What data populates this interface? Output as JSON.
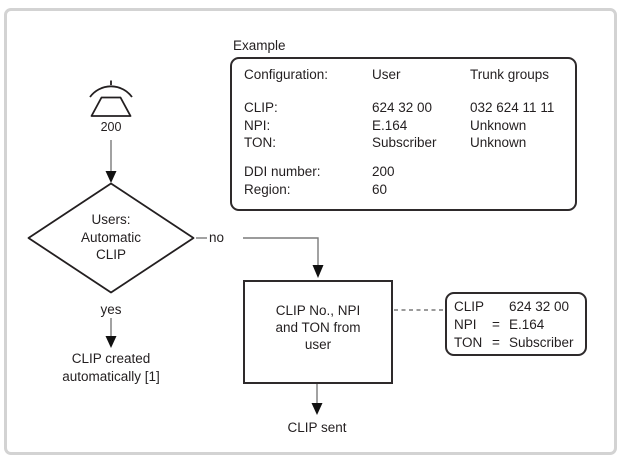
{
  "colors": {
    "ink": "#231f20",
    "border": "#2e2a2b",
    "line": "#7a7a7a",
    "frame": "#d3d3d3",
    "bg": "#ffffff"
  },
  "diagram": {
    "phone": {
      "label": "200"
    },
    "decision": {
      "line1": "Users:",
      "line2": "Automatic",
      "line3": "CLIP"
    },
    "no_label": "no",
    "yes_label": "yes",
    "auto_result": {
      "line1": "CLIP created",
      "line2": "automatically [1]"
    },
    "process": {
      "line1": "CLIP No., NPI",
      "line2": "and TON from",
      "line3": "user"
    },
    "clip_sent_label": "CLIP sent",
    "side_box": {
      "rows": [
        {
          "key": "CLIP",
          "eq": "",
          "value": "624 32 00"
        },
        {
          "key": "NPI",
          "eq": "=",
          "value": "E.164"
        },
        {
          "key": "TON",
          "eq": "=",
          "value": "Subscriber"
        }
      ]
    }
  },
  "example": {
    "title": "Example",
    "rows": [
      {
        "label": "Configuration:",
        "user": "User",
        "trunk": "Trunk groups"
      },
      {
        "label": "CLIP:",
        "user": "624 32 00",
        "trunk": "032 624 11 11"
      },
      {
        "label": "NPI:",
        "user": "E.164",
        "trunk": "Unknown"
      },
      {
        "label": "TON:",
        "user": "Subscriber",
        "trunk": "Unknown"
      },
      {
        "label": "DDI number:",
        "user": "200",
        "trunk": ""
      },
      {
        "label": "Region:",
        "user": "60",
        "trunk": ""
      }
    ]
  }
}
